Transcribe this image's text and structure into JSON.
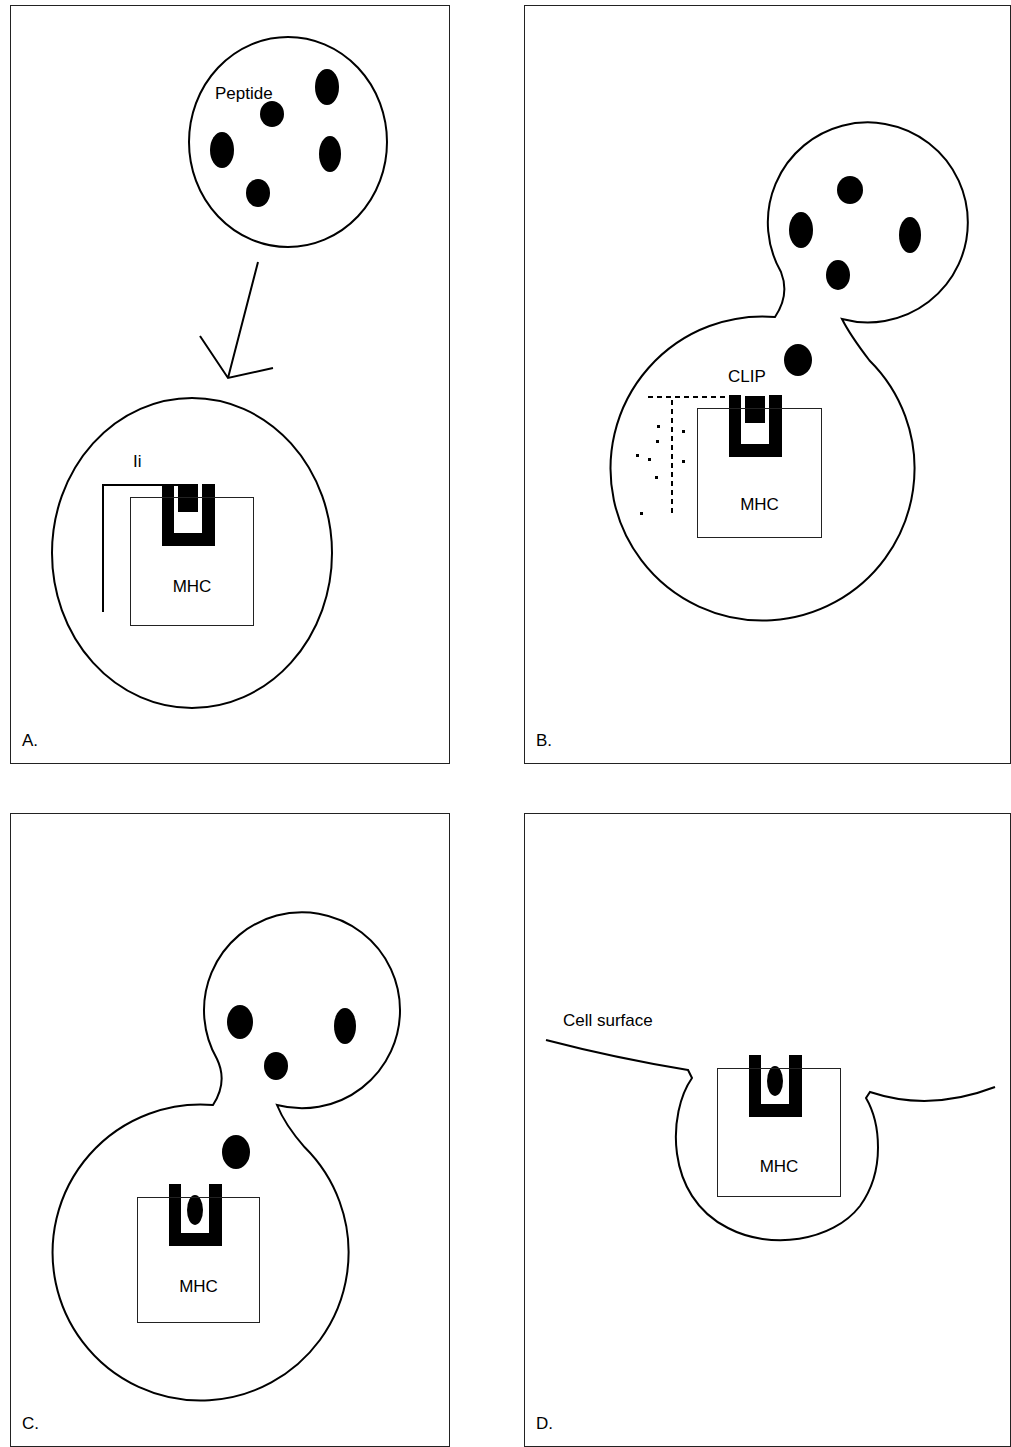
{
  "diagram": {
    "nodes": [
      {
        "text": [
          "A."
        ]
      },
      {
        "text": [
          "Peptide"
        ],
        "in": 0
      },
      {
        "text": [
          "MHC"
        ],
        "in": 0
      },
      {
        "text": [
          "B."
        ]
      },
      {
        "text": [
          "MHC"
        ],
        "in": 3
      },
      {
        "text": [
          "C."
        ]
      },
      {
        "text": [
          "MHC"
        ],
        "in": 5
      },
      {
        "text": [
          "D."
        ]
      },
      {
        "text": [
          "MHC"
        ],
        "in": 7
      }
    ],
    "labels": [
      "Ii",
      "CLIP",
      "Cell surface"
    ]
  }
}
